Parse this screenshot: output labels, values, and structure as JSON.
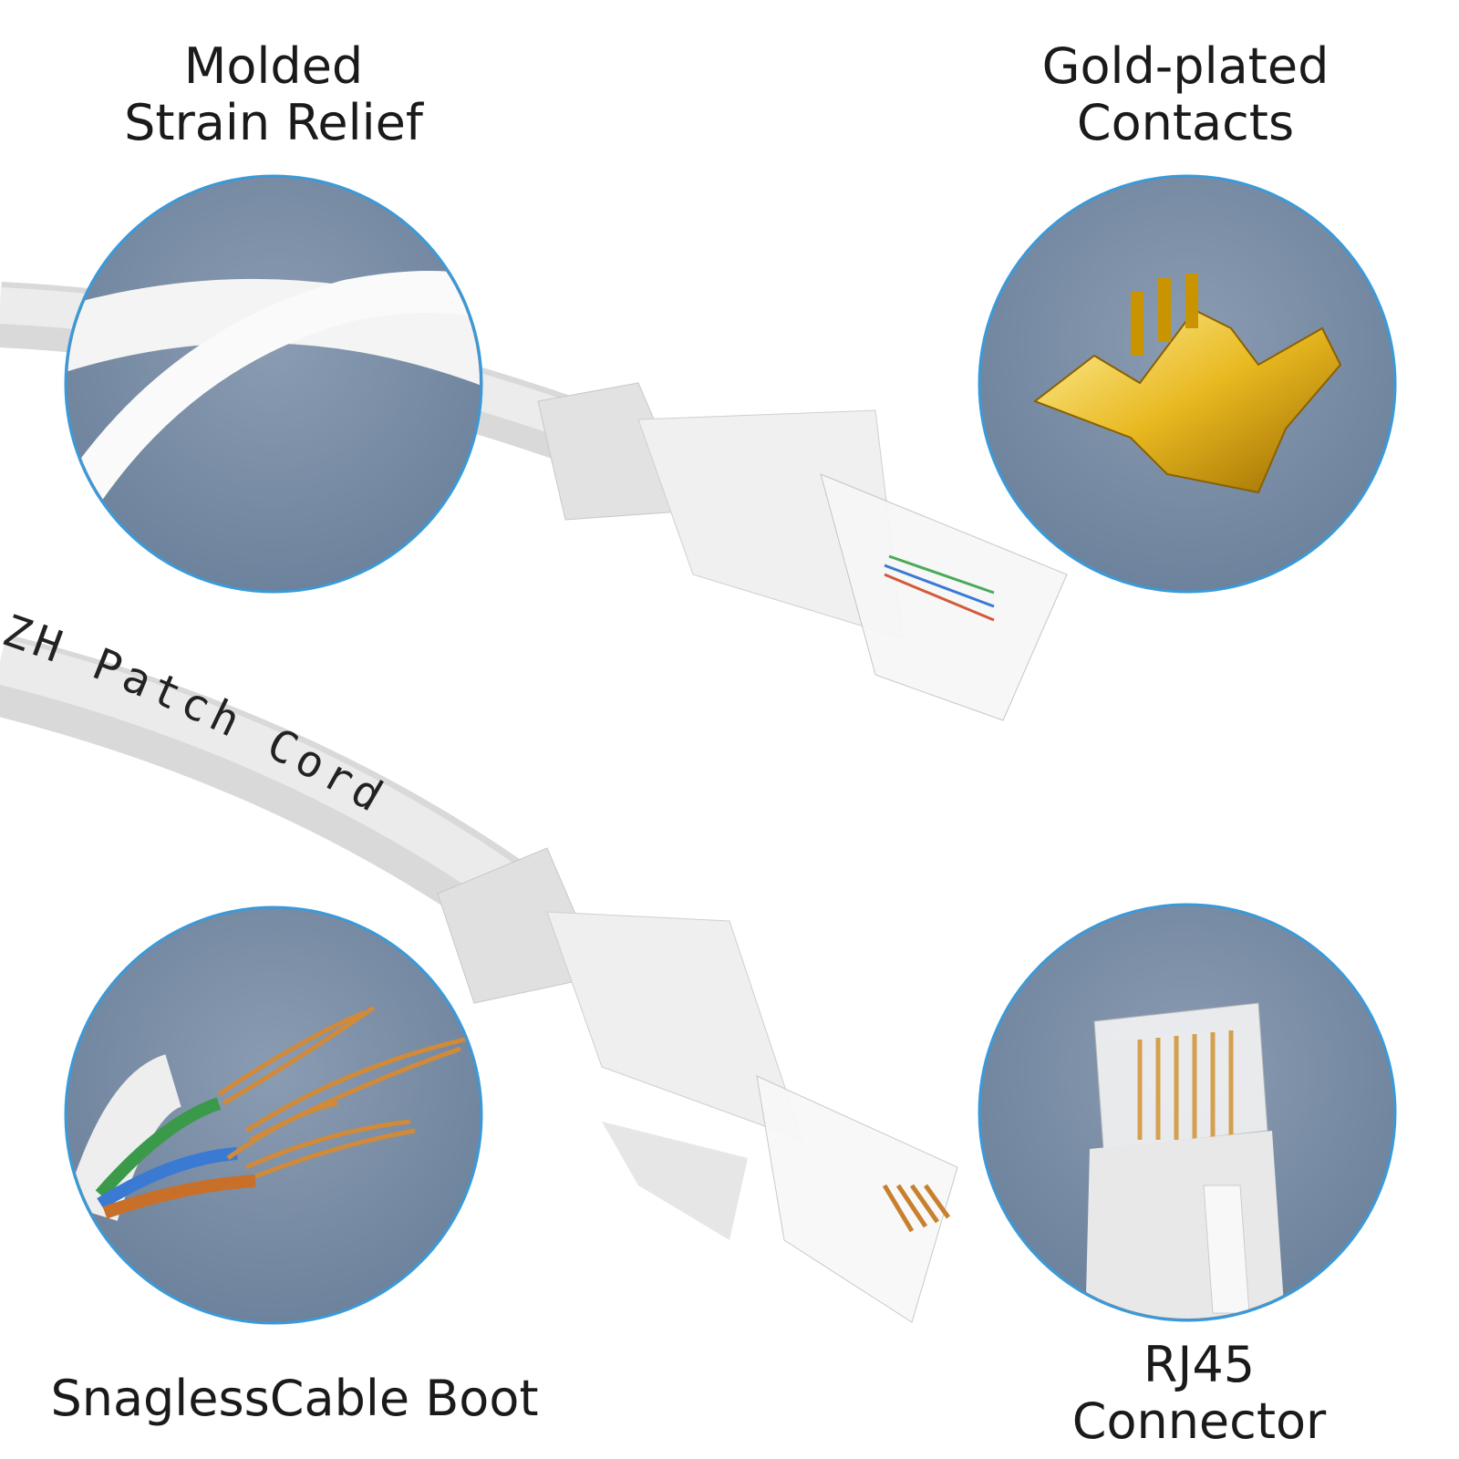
{
  "labels": {
    "strain_relief": [
      "Molded",
      "Strain Relief"
    ],
    "contacts": [
      "Gold-plated",
      "Contacts"
    ],
    "boot": "SnaglessCable Boot",
    "connector": [
      "RJ45",
      "Connector"
    ]
  },
  "cable_print": "ZH Patch Cord",
  "colors": {
    "circle_fill": "#7a8ea6",
    "circle_border": "#3a9ad9",
    "cable": "#e6e6e6",
    "gold": "#e8b820",
    "copper": "#c9782e"
  },
  "icons": [
    "molded-strain-relief-detail",
    "gold-contacts-detail",
    "twisted-pair-wires-detail",
    "rj45-connector-detail"
  ]
}
